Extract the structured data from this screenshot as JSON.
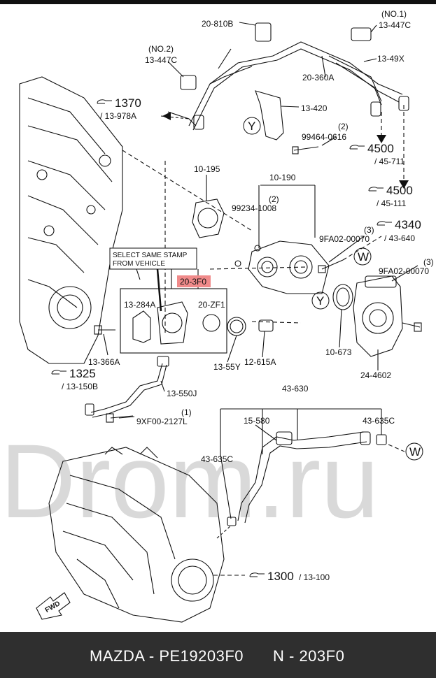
{
  "labels": {
    "p20_810b": "20-810B",
    "no1": "(NO.1)",
    "p13_447c_a": "13-447C",
    "p13_49x": "13-49X",
    "no2": "(NO.2)",
    "p13_447c_b": "13-447C",
    "p20_360a": "20-360A",
    "ref1370_num": "1370",
    "ref1370_sub": "/ 13-978A",
    "p13_420": "13-420",
    "y_mark_1": "Y",
    "qty2_a": "(2)",
    "p99464": "99464-0616",
    "ref4500a_num": "4500",
    "ref4500a_sub": "/ 45-711",
    "p10_195": "10-195",
    "p10_190": "10-190",
    "ref4500b_num": "4500",
    "ref4500b_sub": "/ 45-111",
    "qty2_b": "(2)",
    "p99234": "99234-1008",
    "ref4340_num": "4340",
    "ref4340_sub": "/ 43-640",
    "qty3_a": "(3)",
    "p9fa02_a": "9FA02-00070",
    "w_mark_1": "W",
    "qty3_b": "(3)",
    "p9fa02_b": "9FA02-00070",
    "note_line1": "SELECT SAME STAMP",
    "note_line2": "FROM VEHICLE",
    "p20_3f0": "20-3F0",
    "p13_284a": "13-284A",
    "p20_zf1": "20-ZF1",
    "y_mark_2": "Y",
    "p13_366a": "13-366A",
    "p13_55y": "13-55Y",
    "p12_615a": "12-615A",
    "p10_673": "10-673",
    "p24_4602": "24-4602",
    "ref1325_num": "1325",
    "ref1325_sub": "/ 13-150B",
    "p13_550j": "13-550J",
    "qty1": "(1)",
    "p9xf00": "9XF00-2127L",
    "p43_630": "43-630",
    "p15_580": "15-580",
    "p43_635c_a": "43-635C",
    "p43_635c_b": "43-635C",
    "w_mark_2": "W",
    "ref1300_num": "1300",
    "ref1300_sub": "/ 13-100",
    "fwd": "FWD"
  },
  "watermark": "Drom.ru",
  "colors": {
    "highlight": "#f08a8a",
    "line": "#111111",
    "footer_bg": "#2f2f2f",
    "footer_text": "#ffffff"
  },
  "footer": {
    "brand_part": "MAZDA - PE19203F0",
    "code": "N - 203F0"
  }
}
